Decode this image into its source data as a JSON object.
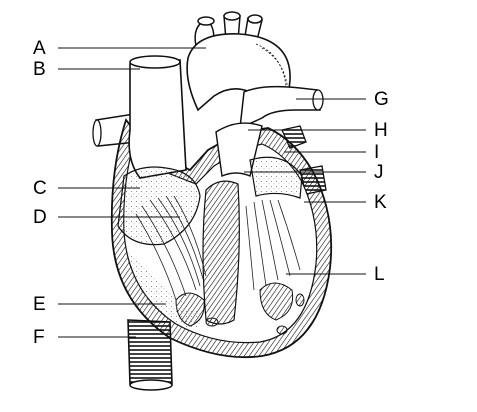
{
  "diagram": {
    "labels_left": [
      "A",
      "B",
      "C",
      "D",
      "E",
      "F"
    ],
    "labels_right": [
      "G",
      "H",
      "I",
      "J",
      "K",
      "L"
    ]
  },
  "colors": {
    "ink": "#111111",
    "fill": "#ffffff",
    "shade": "#d9d9d9"
  }
}
